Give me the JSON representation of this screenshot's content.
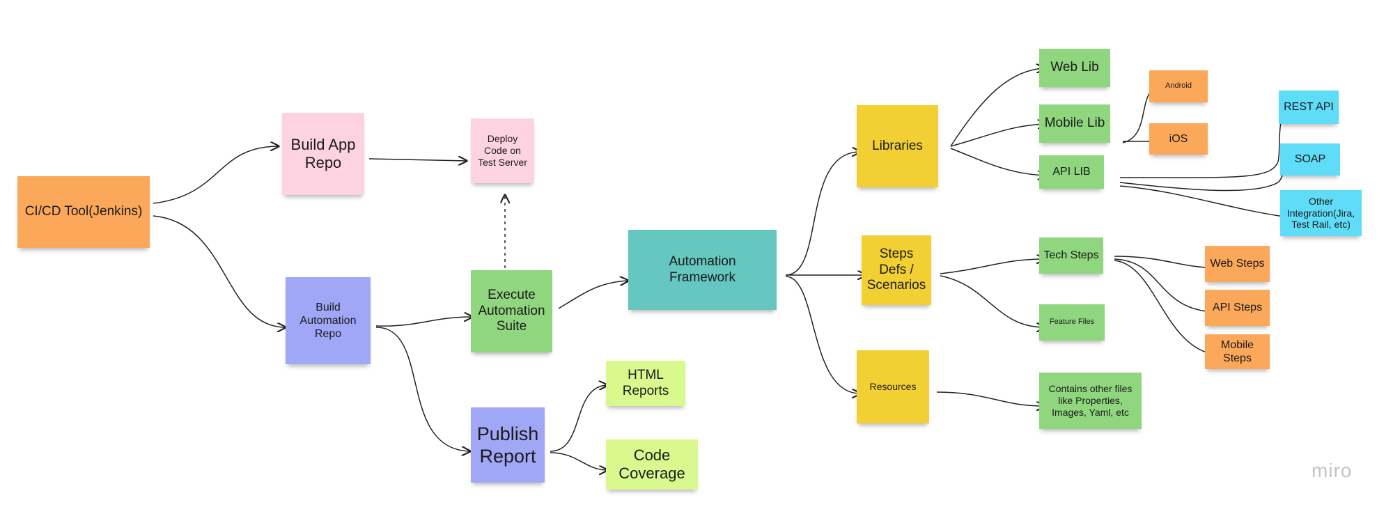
{
  "board": {
    "watermark": "miro",
    "notes": {
      "cicd": "CI/CD Tool(Jenkins)",
      "build_app_repo": "Build App\nRepo",
      "build_automation_repo": "Build\nAutomation\nRepo",
      "deploy": "Deploy\nCode on\nTest Server",
      "execute_suite": "Execute\nAutomation\nSuite",
      "publish_report": "Publish\nReport",
      "html_reports": "HTML\nReports",
      "code_coverage": "Code\nCoverage",
      "automation_framework": "Automation\nFramework",
      "libraries": "Libraries",
      "steps_defs": "Steps\nDefs /\nScenarios",
      "resources": "Resources",
      "web_lib": "Web Lib",
      "mobile_lib": "Mobile Lib",
      "api_lib": "API LIB",
      "android": "Android",
      "ios": "iOS",
      "rest_api": "REST API",
      "soap": "SOAP",
      "other_integration": "Other\nIntegration(Jira,\nTest Rail, etc)",
      "tech_steps": "Tech Steps",
      "feature_files": "Feature Files",
      "web_steps": "Web Steps",
      "api_steps": "API Steps",
      "mobile_steps": "Mobile\nSteps",
      "contains_other_files": "Contains other files\nlike Properties,\nImages, Yaml, etc"
    },
    "colors": {
      "orange": "#fca85a",
      "pink": "#fdd3e2",
      "purple": "#a1a7f7",
      "green": "#8fd67e",
      "lime": "#d9f98f",
      "teal": "#66c7c0",
      "yellow": "#f2d033",
      "cyan": "#5fdcf7",
      "connector": "#222222"
    }
  }
}
